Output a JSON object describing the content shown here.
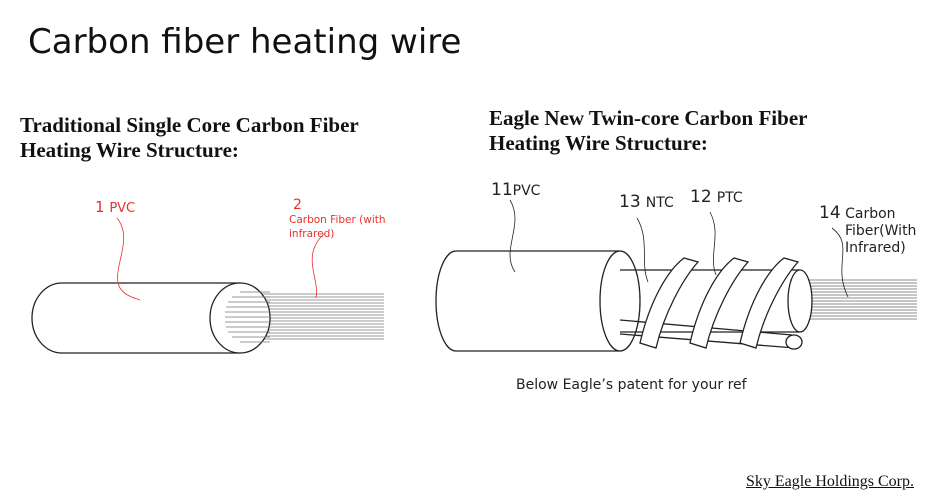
{
  "title": "Carbon fiber heating wire",
  "traditional": {
    "heading_line1": "Traditional Single Core Carbon Fiber",
    "heading_line2": "Heating Wire Structure:",
    "label1_num": "1",
    "label1_text": "PVC",
    "label2_num": "2",
    "label2_text_line1": "Carbon Fiber (with",
    "label2_text_line2": "infrared)"
  },
  "twin": {
    "heading_line1": "Eagle New Twin-core Carbon Fiber",
    "heading_line2": "Heating Wire Structure:",
    "label11_num": "11",
    "label11_text": "PVC",
    "label13_num": "13",
    "label13_text": "NTC",
    "label12_num": "12",
    "label12_text": "PTC",
    "label14_num": "14",
    "label14_text_line1": "Carbon",
    "label14_text_line2": "Fiber(With",
    "label14_text_line3": "Infrared)"
  },
  "caption": "Below Eagle’s patent for your ref",
  "company": "Sky Eagle Holdings Corp.",
  "colors": {
    "label_red": "#e8312b",
    "ink": "#222222"
  }
}
